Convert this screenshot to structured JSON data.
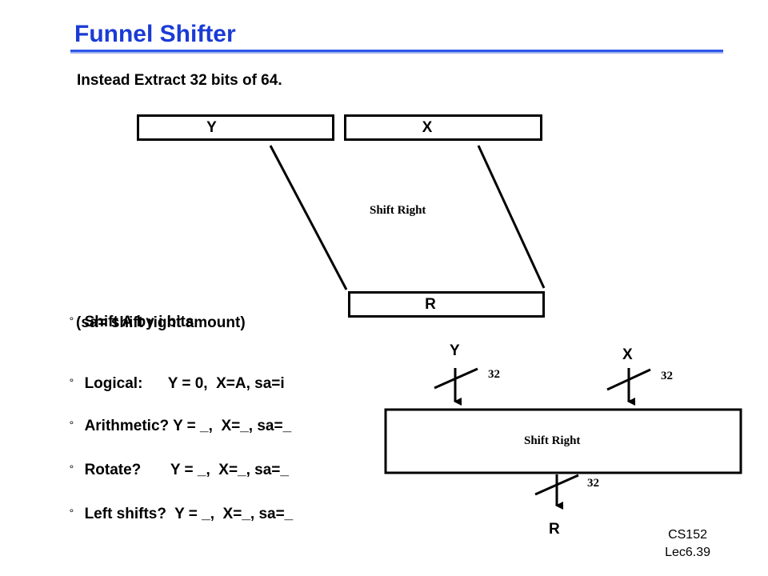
{
  "slide": {
    "title": "Funnel Shifter",
    "subtitle": "Instead Extract 32 bits of 64.",
    "accent_color": "#1a3bd6"
  },
  "top_diagram": {
    "box_y": "Y",
    "box_x": "X",
    "box_r": "R",
    "operation": "Shift Right"
  },
  "bullets": [
    {
      "marker": "°",
      "line1": "Shift A by i bits",
      "line2": "(sa= shift right amount)"
    },
    {
      "marker": "°",
      "line1": "Logical:      Y = 0,  X=A, sa=i"
    },
    {
      "marker": "°",
      "line1": "Arithmetic? Y = _,  X=_, sa=_"
    },
    {
      "marker": "°",
      "line1": "Rotate?       Y = _,  X=_, sa=_"
    },
    {
      "marker": "°",
      "line1": "Left shifts?  Y = _,  X=_, sa=_"
    }
  ],
  "bottom_diagram": {
    "input_y": "Y",
    "input_x": "X",
    "output_r": "R",
    "width_y": "32",
    "width_x": "32",
    "width_r": "32",
    "operation": "Shift Right"
  },
  "footer": {
    "course": "CS152",
    "lecture": "Lec6.39"
  }
}
